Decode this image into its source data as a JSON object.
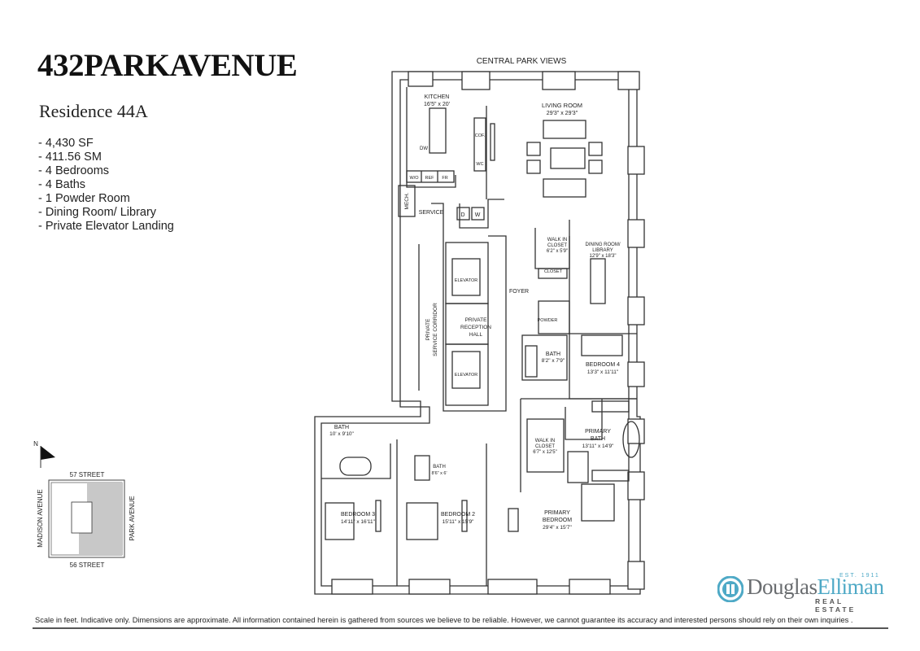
{
  "header": {
    "building": "432PARKAVENUE",
    "residence": "Residence 44A"
  },
  "specs": [
    "4,430 SF",
    "411.56 SM",
    "4 Bedrooms",
    "4 Baths",
    "1 Powder Room",
    "Dining Room/ Library",
    "Private Elevator Landing"
  ],
  "plan": {
    "views_label": "CENTRAL PARK VIEWS",
    "rooms": {
      "kitchen": {
        "name": "KITCHEN",
        "dims": "16'5\" x 20'"
      },
      "living": {
        "name": "LIVING ROOM",
        "dims": "29'3\" x 29'3\""
      },
      "walkin1": {
        "name1": "WALK IN",
        "name2": "CLOSET",
        "dims": "6'2\" x 5'9\""
      },
      "dining": {
        "name1": "DINING ROOM/",
        "name2": "LIBRARY",
        "dims": "12'9\" x 18'3\""
      },
      "closet": "CLOSET",
      "foyer": "FOYER",
      "powder": "POWDER",
      "bath_mid": {
        "name": "BATH",
        "dims": "8'2\" x 7'9\""
      },
      "bedroom4": {
        "name": "BEDROOM 4",
        "dims": "13'3\" x 11'11\""
      },
      "mech": "MECH.",
      "service": "SERVICE",
      "elevator": "ELEVATOR",
      "reception": {
        "l1": "PRIVATE",
        "l2": "RECEPTION",
        "l3": "HALL"
      },
      "corridor": {
        "l1": "PRIVATE",
        "l2": "SERVICE CORRIDOR"
      },
      "bath3": {
        "name": "BATH",
        "dims": "10' x 9'10\""
      },
      "bath2": {
        "name": "BATH",
        "dims": "8'6\" x 6'"
      },
      "bedroom3": {
        "name": "BEDROOM 3",
        "dims": "14'11\" x 16'11\""
      },
      "bedroom2": {
        "name": "BEDROOM 2",
        "dims": "15'11\" x 15'9\""
      },
      "walkin2": {
        "name1": "WALK IN",
        "name2": "CLOSET",
        "dims": "6'7\" x 12'5\""
      },
      "primary_bath": {
        "name1": "PRIMARY",
        "name2": "BATH",
        "dims": "13'11\" x 14'9\""
      },
      "primary_bed": {
        "name1": "PRIMARY",
        "name2": "BEDROOM",
        "dims": "29'4\" x 15'7\""
      }
    },
    "appliances": {
      "dw": "DW",
      "cof": "COF.",
      "wc": "WC",
      "wo": "W/O",
      "ref": "REF",
      "fr": "FR",
      "d": "D",
      "w": "W"
    }
  },
  "keyplan": {
    "north": "N",
    "top_street": "57 STREET",
    "bottom_street": "56 STREET",
    "left_avenue": "MADISON AVENUE",
    "right_avenue": "PARK AVENUE"
  },
  "logo": {
    "word1": "Douglas",
    "word2": "Elliman",
    "est": "EST. 1911",
    "tagline": "REAL ESTATE",
    "brand_blue": "#4ea9c6",
    "brand_gray": "#6a6d70"
  },
  "disclaimer": "Scale in feet. Indicative only. Dimensions are approximate. All information contained herein is gathered from sources we believe to be reliable. However, we cannot guarantee its accuracy and interested persons should rely on their own inquiries ."
}
